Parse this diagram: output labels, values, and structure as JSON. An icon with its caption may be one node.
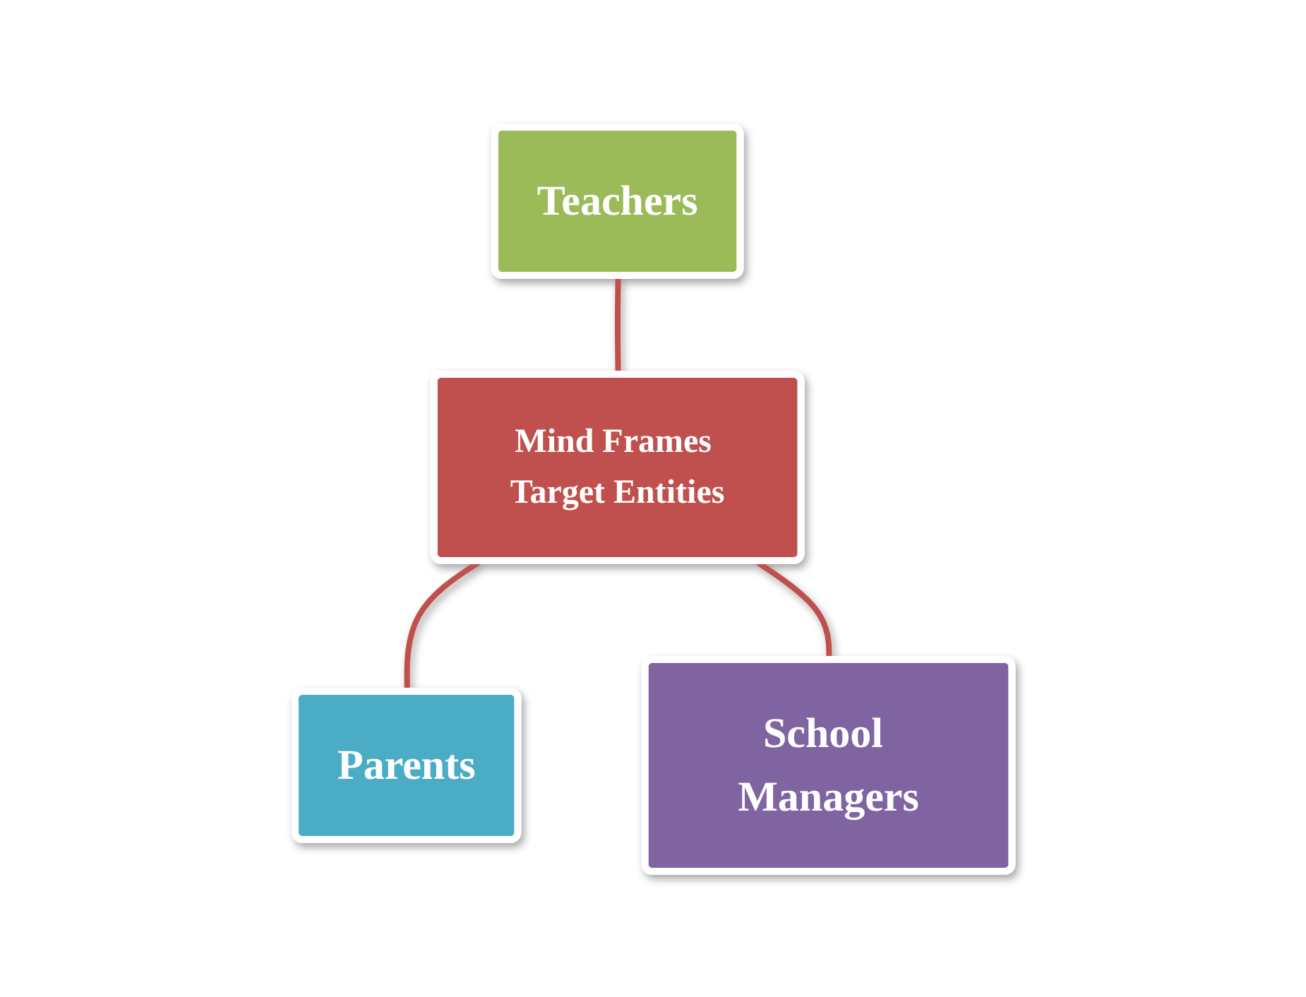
{
  "diagram": {
    "nodes": [
      {
        "text": [
          "Teachers"
        ]
      },
      {
        "text": [
          "Mind Frames Target Entities"
        ]
      },
      {
        "text": [
          "Parents"
        ]
      },
      {
        "text": [
          "School Managers"
        ]
      }
    ],
    "edges": [
      {
        "from": 0,
        "to": 1,
        "arrow": "none"
      },
      {
        "from": 1,
        "to": 2,
        "arrow": "none"
      },
      {
        "from": 1,
        "to": 3,
        "arrow": "none"
      }
    ]
  }
}
